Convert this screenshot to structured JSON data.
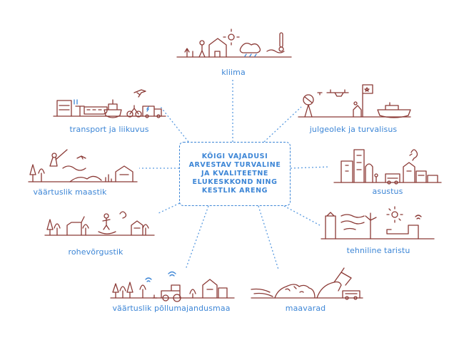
{
  "center": {
    "lines": [
      "KÕIGI VAJADUSI",
      "ARVESTAV TURVALINE",
      "JA KVALITEETNE",
      "ELUKESKKOND NING",
      "KESTLIK ARENG"
    ]
  },
  "nodes": [
    {
      "id": "kliima",
      "label": "kliima"
    },
    {
      "id": "julgeolek",
      "label": "julgeolek ja turvalisus"
    },
    {
      "id": "asustus",
      "label": "asustus"
    },
    {
      "id": "tehniline",
      "label": "tehniline taristu"
    },
    {
      "id": "maavarad",
      "label": "maavarad"
    },
    {
      "id": "pollumajandus",
      "label": "väärtuslik põllumajandusmaa"
    },
    {
      "id": "rohevorgustik",
      "label": "rohevõrgustik"
    },
    {
      "id": "maastik",
      "label": "väärtuslik maastik"
    },
    {
      "id": "transport",
      "label": "transport ja liikuvus"
    }
  ],
  "colors": {
    "accent": "#3d86d6",
    "illustration": "#8b3a36"
  }
}
